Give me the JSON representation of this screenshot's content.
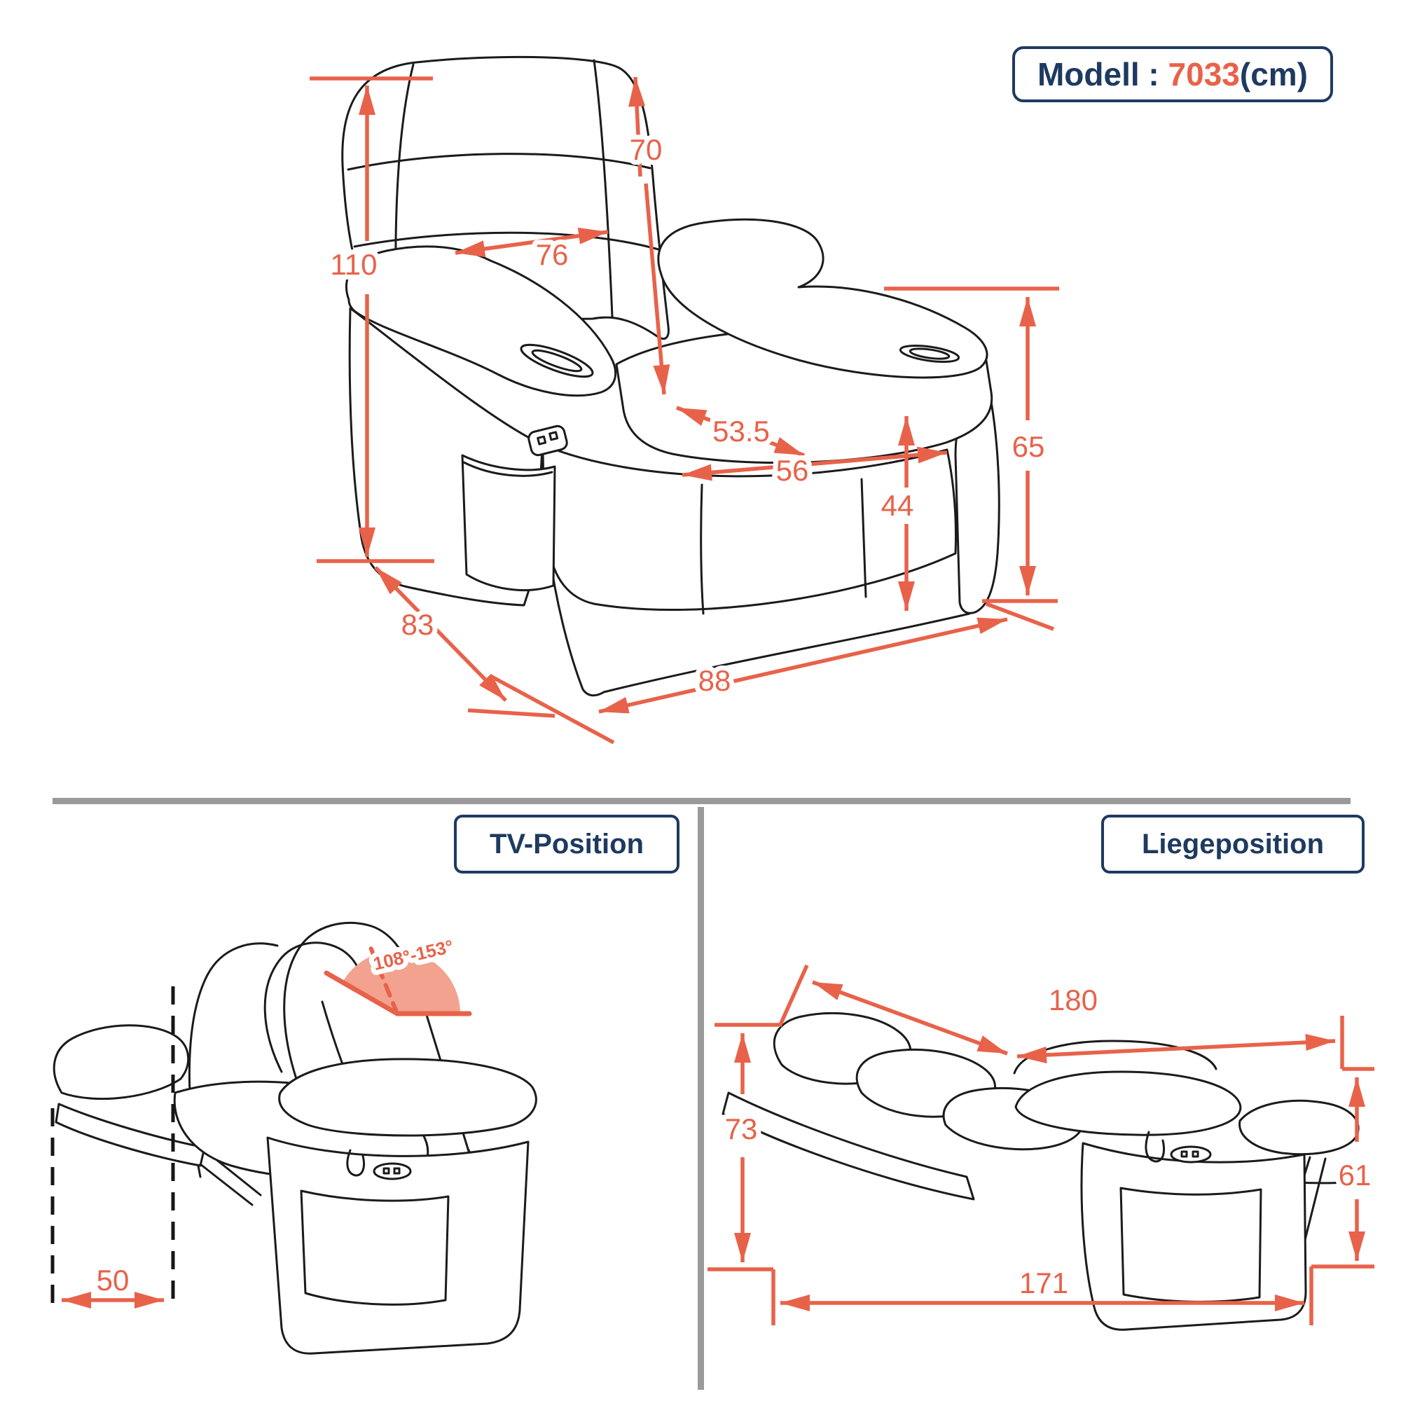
{
  "title": {
    "prefix": "Modell : ",
    "model": "7033",
    "suffix": "(cm)"
  },
  "sections": {
    "tv": "TV-Position",
    "lie": "Liegeposition"
  },
  "colors": {
    "accent": "#E8624A",
    "navy": "#1E3A60",
    "line_art": "#1b1b1b",
    "divider": "#9a9a9a",
    "fan_fill": "#F2A28F"
  },
  "dims_main": {
    "back_height": "70",
    "back_width": "76",
    "total_height": "110",
    "seat_depth": "53.5",
    "seat_width": "56",
    "seat_height": "44",
    "armrest_height": "65",
    "depth": "83",
    "width": "88"
  },
  "dims_tv": {
    "extension": "50",
    "angle_range": "108°-153°"
  },
  "dims_lie": {
    "total_length": "180",
    "back_height": "73",
    "foot_height": "61",
    "floor_length": "171"
  }
}
